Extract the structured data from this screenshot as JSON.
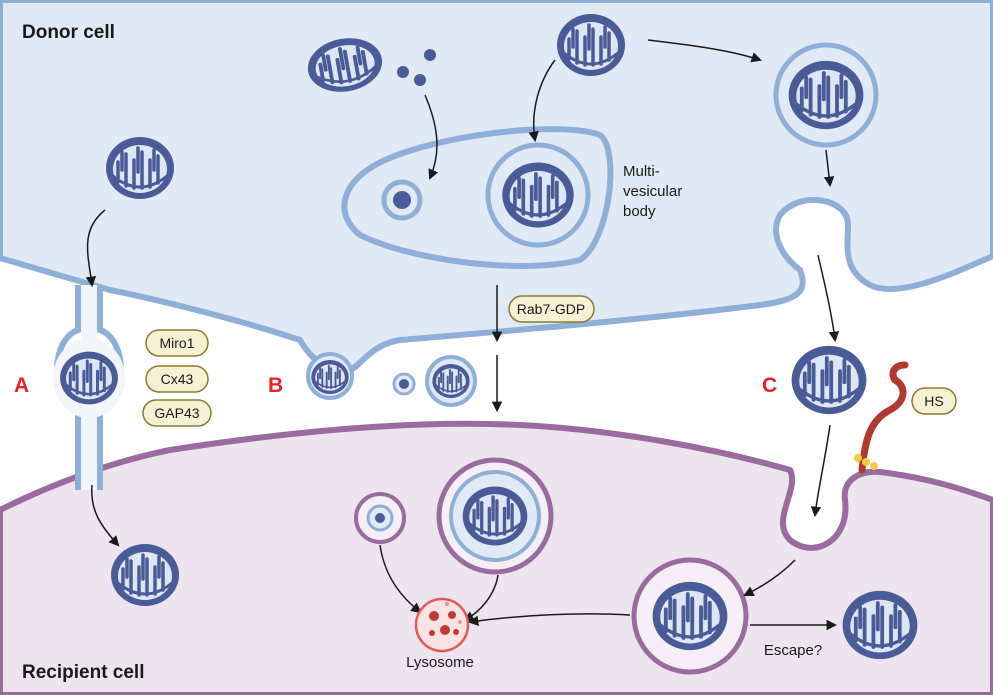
{
  "cells": {
    "donor": "Donor cell",
    "recipient": "Recipient cell"
  },
  "panels": [
    "A",
    "B",
    "C"
  ],
  "proteins": [
    "Miro1",
    "Cx43",
    "GAP43"
  ],
  "mvb_label": [
    "Multi-",
    "vesicular",
    "body"
  ],
  "rab_label": "Rab7-GDP",
  "hs_label": "HS",
  "lysosome_label": "Lysosome",
  "escape_label": "Escape?",
  "colors": {
    "donor_fill": "#dfeaf6",
    "recipient_fill": "#ede4ef",
    "donor_membrane": "#8eb0d8",
    "recipient_membrane": "#9a6aa0",
    "mito_outer": "#4a5c98",
    "mito_inner": "#dce6f5",
    "pill_fill": "#f6f1d2",
    "pill_stroke": "#8c7a30",
    "hs_chain": "#b03a2e",
    "lysosome": "#e05a5a",
    "panel_letter": "#e8202a"
  }
}
